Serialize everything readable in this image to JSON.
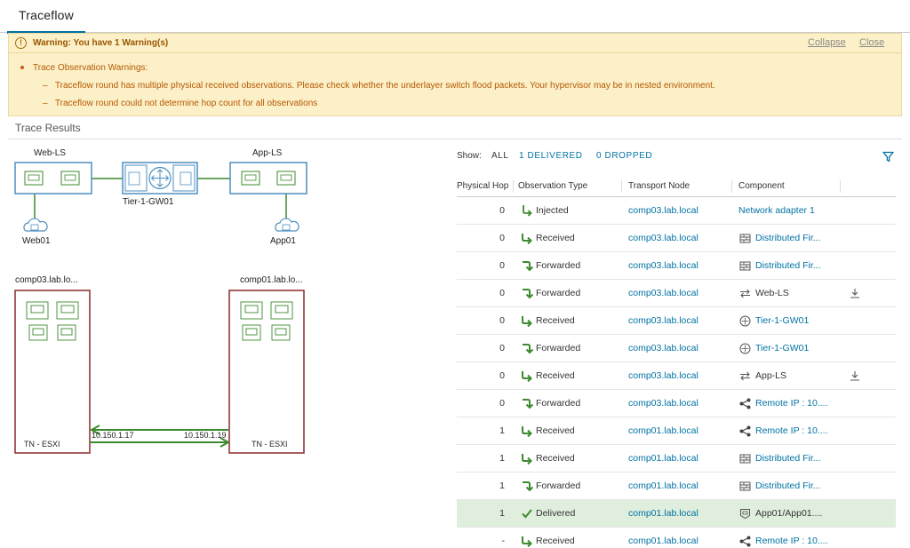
{
  "tab": {
    "title": "Traceflow"
  },
  "warning": {
    "title": "Warning: You have 1 Warning(s)",
    "collapse": "Collapse",
    "close": "Close",
    "heading": "Trace Observation Warnings:",
    "items": [
      "Traceflow round has multiple physical received observations. Please check whether the underlayer switch flood packets. Your hypervisor may be in nested environment.",
      "Traceflow round could not determine hop count for all observations"
    ]
  },
  "results": {
    "title": "Trace Results"
  },
  "topology": {
    "web_ls": "Web-LS",
    "app_ls": "App-LS",
    "gateway": "Tier-1-GW01",
    "web_vm": "Web01",
    "app_vm": "App01",
    "host_left": "comp03.lab.lo...",
    "host_right": "comp01.lab.lo...",
    "host_left_type": "TN - ESXI",
    "host_right_type": "TN - ESXI",
    "ip_left": "10.150.1.17",
    "ip_right": "10.150.1.19"
  },
  "filter": {
    "show_label": "Show:",
    "all": "ALL",
    "delivered": "1 DELIVERED",
    "dropped": "0 DROPPED"
  },
  "table": {
    "headers": {
      "hop": "Physical Hop",
      "obs": "Observation Type",
      "tn": "Transport Node",
      "comp": "Component"
    },
    "rows": [
      {
        "hop": "0",
        "type": "Injected",
        "tn": "comp03.lab.local",
        "comp": "Network adapter 1",
        "icon": "none"
      },
      {
        "hop": "0",
        "type": "Received",
        "tn": "comp03.lab.local",
        "comp": "Distributed Fir...",
        "icon": "firewall-icon"
      },
      {
        "hop": "0",
        "type": "Forwarded",
        "tn": "comp03.lab.local",
        "comp": "Distributed Fir...",
        "icon": "firewall-icon"
      },
      {
        "hop": "0",
        "type": "Forwarded",
        "tn": "comp03.lab.local",
        "comp": "Web-LS",
        "icon": "segment-icon",
        "download": true
      },
      {
        "hop": "0",
        "type": "Received",
        "tn": "comp03.lab.local",
        "comp": "Tier-1-GW01",
        "icon": "router-icon"
      },
      {
        "hop": "0",
        "type": "Forwarded",
        "tn": "comp03.lab.local",
        "comp": "Tier-1-GW01",
        "icon": "router-icon"
      },
      {
        "hop": "0",
        "type": "Received",
        "tn": "comp03.lab.local",
        "comp": "App-LS",
        "icon": "segment-icon",
        "download": true
      },
      {
        "hop": "0",
        "type": "Forwarded",
        "tn": "comp03.lab.local",
        "comp": "Remote IP : 10....",
        "icon": "share-icon"
      },
      {
        "hop": "1",
        "type": "Received",
        "tn": "comp01.lab.local",
        "comp": "Remote IP : 10....",
        "icon": "share-icon"
      },
      {
        "hop": "1",
        "type": "Received",
        "tn": "comp01.lab.local",
        "comp": "Distributed Fir...",
        "icon": "firewall-icon"
      },
      {
        "hop": "1",
        "type": "Forwarded",
        "tn": "comp01.lab.local",
        "comp": "Distributed Fir...",
        "icon": "firewall-icon"
      },
      {
        "hop": "1",
        "type": "Delivered",
        "tn": "comp01.lab.local",
        "comp": "App01/App01....",
        "icon": "vnic-icon",
        "selected": true
      },
      {
        "hop": "-",
        "type": "Received",
        "tn": "comp01.lab.local",
        "comp": "Remote IP : 10....",
        "icon": "share-icon"
      }
    ]
  },
  "colors": {
    "accent": "#0072a3",
    "warning_bg": "#fcf0c8",
    "warning_text": "#b55800",
    "segment_border": "#4d8fc0",
    "host_border": "#8b2a2a",
    "link_green": "#3c8a2e",
    "selected_row": "#dfeedd"
  }
}
